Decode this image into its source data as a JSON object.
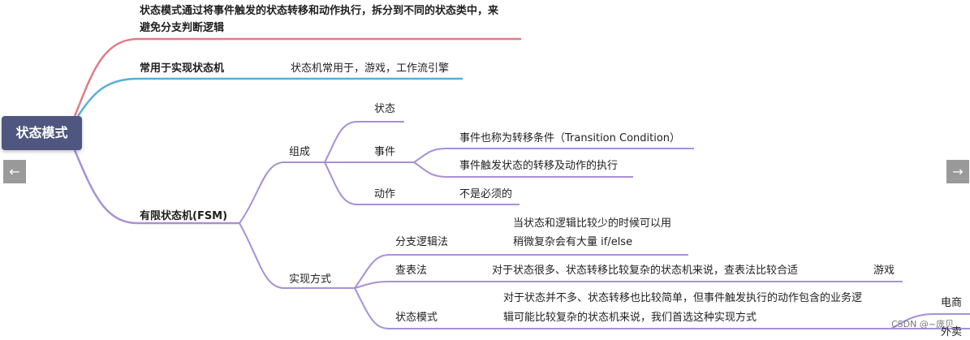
{
  "root": {
    "label": "状态模式"
  },
  "branches": {
    "purpose": {
      "label": "状态模式通过将事件触发的状态转移和动作执行，拆分到不同的状态类中，来",
      "label_line2": "避免分支判断逻辑"
    },
    "used_for": {
      "label": "常用于实现状态机",
      "detail": "状态机常用于，游戏，工作流引擎"
    },
    "fsm": {
      "label": "有限状态机(FSM)",
      "composition": {
        "label": "组成",
        "state": "状态",
        "event": {
          "label": "事件",
          "detail1": "事件也称为转移条件（Transition Condition）",
          "detail2": "事件触发状态的转移及动作的执行"
        },
        "action": {
          "label": "动作",
          "detail": "不是必须的"
        }
      },
      "implementation": {
        "label": "实现方式",
        "branch_logic": {
          "label": "分支逻辑法",
          "line1": "当状态和逻辑比较少的时候可以用",
          "line2": "稍微复杂会有大量 if/else"
        },
        "lookup_table": {
          "label": "查表法",
          "detail": "对于状态很多、状态转移比较复杂的状态机来说，查表法比较合适",
          "example": "游戏"
        },
        "state_pattern": {
          "label": "状态模式",
          "line1": "对于状态并不多、状态转移也比较简单，但事件触发执行的动作包含的业务逻",
          "line2": "辑可能比较复杂的状态机来说，我们首选这种实现方式",
          "example1": "电商",
          "example2": "外卖"
        }
      }
    }
  },
  "nav": {
    "prev": "←",
    "next": "→"
  },
  "watermark": "CSDN @~庞贝",
  "colors": {
    "red": "#e07b84",
    "blue": "#5aaed8",
    "purple": "#a890d6",
    "root_bg": "#4f5780"
  }
}
